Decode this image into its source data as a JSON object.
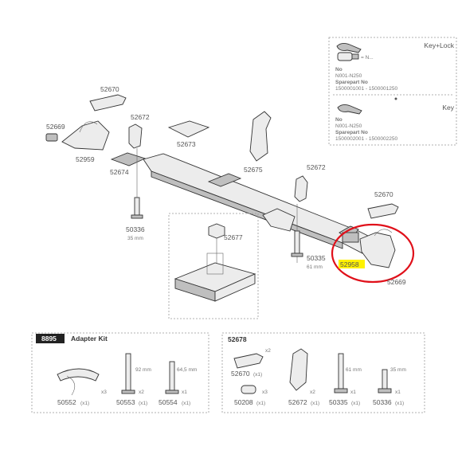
{
  "keylock": {
    "title": "Key+Lock",
    "title2": "Key",
    "n_text": "= N...",
    "block1": {
      "no": "No",
      "range": "N001-N250",
      "sp": "Sparepart No",
      "sp_val": "1500001001 - 1500001250"
    },
    "block2": {
      "no": "No",
      "range": "N001-N250",
      "sp": "Sparepart No",
      "sp_val": "1500002001 - 1500002250"
    }
  },
  "labels": {
    "p52670a": "52670",
    "p52669a": "52669",
    "p52959": "52959",
    "p52672a": "52672",
    "p52673": "52673",
    "p52674": "52674",
    "p52675": "52675",
    "p52672b": "52672",
    "p52670b": "52670",
    "p50336": "50336",
    "p50336_sub": "35 mm",
    "p52677": "52677",
    "p50335": "50335",
    "p50335_sub": "61 mm",
    "p52958": "52958",
    "p52669b": "52669"
  },
  "adapter_kit": {
    "badge": "8895",
    "title": "Adapter Kit",
    "dims": {
      "d92": "92 mm",
      "d64": "64,5 mm"
    },
    "qty": {
      "q1": "x3",
      "q2": "x2",
      "q3": "x1"
    },
    "parts": [
      {
        "no": "50552",
        "qty": "(x1)"
      },
      {
        "no": "50553",
        "qty": "(x1)"
      },
      {
        "no": "50554",
        "qty": "(x1)"
      }
    ]
  },
  "kit52678": {
    "title": "52678",
    "dims": {
      "d61": "61 mm",
      "d35": "35 mm"
    },
    "qty": {
      "q_top": "x2",
      "q_cap": "x3",
      "q_knob": "x2",
      "q_b1": "x1",
      "q_b2": "x1"
    },
    "parts": [
      {
        "no": "52670",
        "qty": "(x1)"
      },
      {
        "no": "50208",
        "qty": "(x1)"
      },
      {
        "no": "52672",
        "qty": "(x1)"
      },
      {
        "no": "50335",
        "qty": "(x1)"
      },
      {
        "no": "50336",
        "qty": "(x1)"
      }
    ]
  },
  "highlight_color": "#e0101a",
  "badge_color": "#fff200"
}
